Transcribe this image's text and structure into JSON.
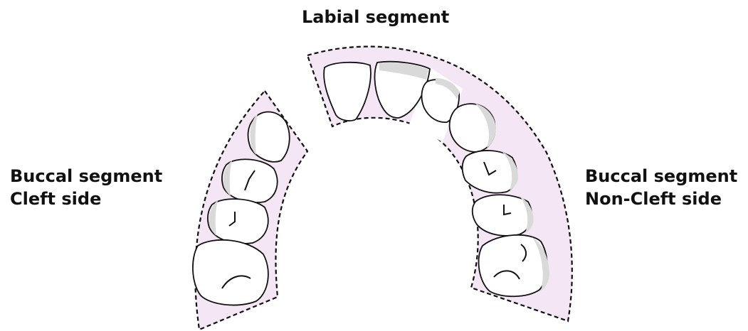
{
  "labels": {
    "labial": "Labial segment",
    "buccal_cleft_line1": "Buccal segment",
    "buccal_cleft_line2": "Cleft side",
    "buccal_noncleft_line1": "Buccal segment",
    "buccal_noncleft_line2": "Non-Cleft side"
  },
  "colors": {
    "segment_fill": "#f5e6f5",
    "outline": "#111111",
    "tooth_fill": "#ffffff",
    "shading": "#d9d9d9"
  }
}
